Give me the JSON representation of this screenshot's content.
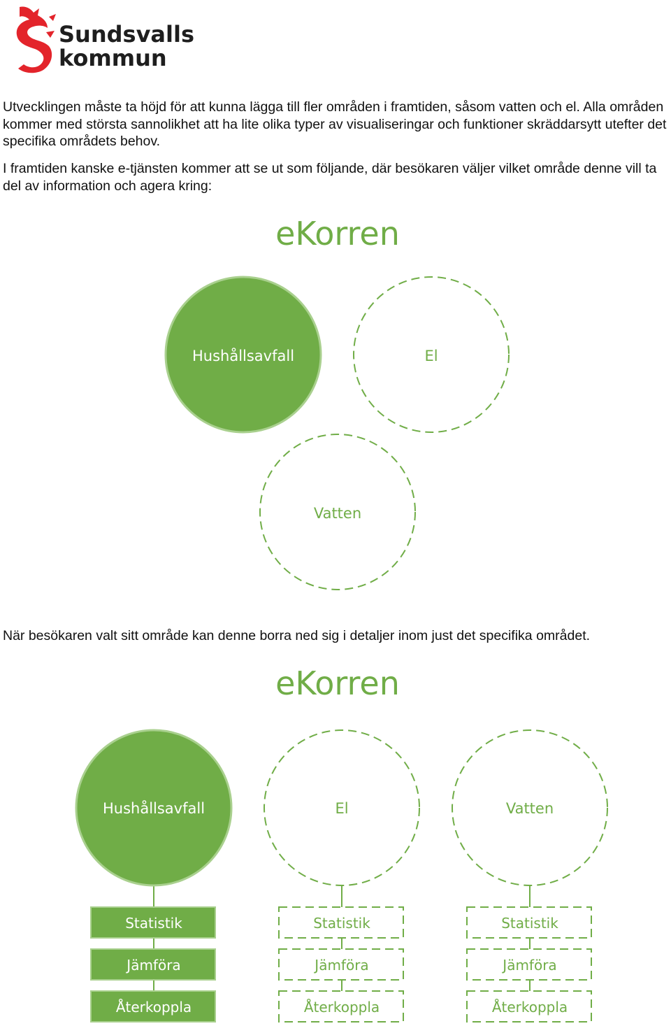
{
  "logo": {
    "line1": "Sundsvalls",
    "line2": "kommun",
    "colors": {
      "emblem": "#e3242b",
      "text": "#1e1e1e"
    }
  },
  "paragraphs": {
    "intro": "Utvecklingen måste ta höjd för att kunna lägga till fler områden i framtiden, såsom vatten och el. Alla områden kommer med största sannolikhet att ha lite olika typer av visualiseringar och funktioner skräddarsytt utefter det specifika områdets behov.",
    "future": "I framtiden kanske e-tjänsten kommer att se ut som följande, där besökaren väljer vilket område denne vill ta del av information och agera kring:",
    "detail": "När besökaren valt sitt område kan denne borra ned sig i detaljer inom just det specifika området."
  },
  "diagram1": {
    "title": "eKorren",
    "areas": [
      {
        "label": "Hushållsavfall",
        "state": "active"
      },
      {
        "label": "El",
        "state": "inactive"
      },
      {
        "label": "Vatten",
        "state": "inactive"
      }
    ]
  },
  "diagram2": {
    "title": "eKorren",
    "areas": [
      {
        "label": "Hushållsavfall",
        "state": "active",
        "sub": [
          "Statistik",
          "Jämföra",
          "Återkoppla"
        ]
      },
      {
        "label": "El",
        "state": "inactive",
        "sub": [
          "Statistik",
          "Jämföra",
          "Återkoppla"
        ]
      },
      {
        "label": "Vatten",
        "state": "inactive",
        "sub": [
          "Statistik",
          "Jämföra",
          "Återkoppla"
        ]
      }
    ]
  },
  "colors": {
    "green": "#70ad47",
    "green_border": "#a9d08e",
    "dashed": "#70ad47",
    "white_text": "#ffffff"
  },
  "icons": {
    "logo_emblem": "red-dragon-s-emblem-icon"
  }
}
